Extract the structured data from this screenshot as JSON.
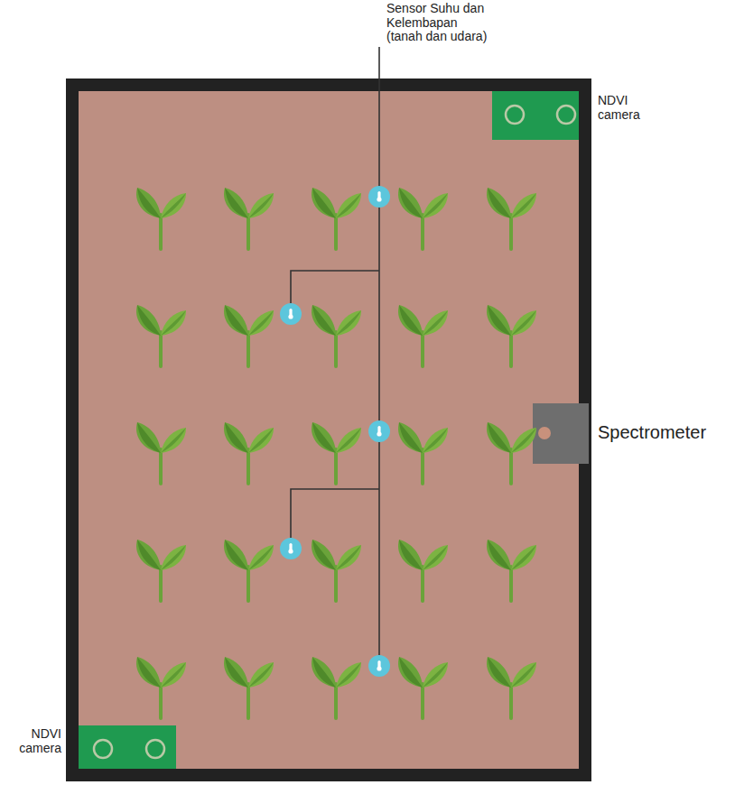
{
  "diagram": {
    "labels": [
      "Sensor Suhu dan Kelembapan (tanah dan udara)",
      "NDVI camera",
      "Spectrometer",
      "NDVI camera"
    ]
  }
}
